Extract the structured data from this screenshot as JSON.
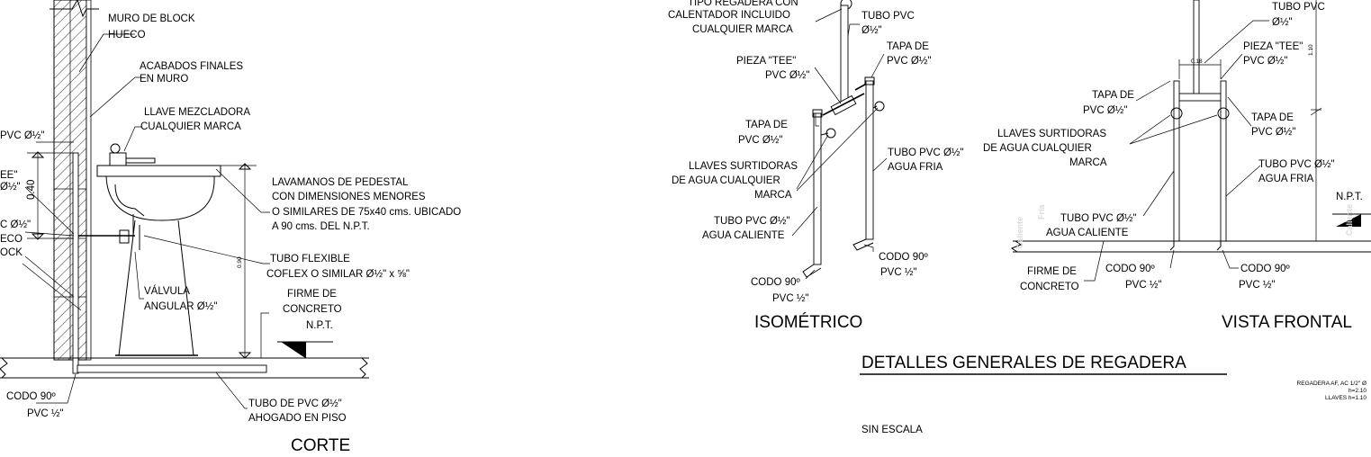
{
  "corte": {
    "title": "CORTE",
    "muro_de_block": [
      "MURO DE BLOCK",
      "HUECO"
    ],
    "acabados_finales": [
      "ACABADOS FINALES",
      "EN MURO"
    ],
    "llave_mezcladora": [
      "LLAVE MEZCLADORA",
      "CUALQUIER MARCA"
    ],
    "lavamanos": [
      "LAVAMANOS DE PEDESTAL",
      "CON DIMENSIONES MENORES",
      "O SIMILARES DE 75x40 cms. UBICADO",
      "A 90 cms. DEL N.P.T."
    ],
    "tubo_flexible": [
      "TUBO FLEXIBLE",
      "COFLEX O SIMILAR Ø½\" x ⅝\""
    ],
    "valvula": [
      "VÁLVULA",
      "ANGULAR Ø½\""
    ],
    "firme": [
      "FIRME DE",
      "CONCRETO"
    ],
    "npt": "N.P.T.",
    "codo": [
      "CODO 90º",
      "PVC ½\""
    ],
    "tubo_piso": [
      "TUBO DE PVC Ø½\"",
      "AHOGADO EN PISO"
    ],
    "left_pvc1": "PVC Ø½\"",
    "left_tee1": "EE\"",
    "left_tee2": "Ø½\"",
    "left_pvc2": "C Ø½\"",
    "left_hueco": "ECO",
    "left_block": "OCK",
    "dim_040": "0.40",
    "dim_090": "0.90"
  },
  "isometrico": {
    "title": "ISOMÉTRICO",
    "regadera": [
      "TIPO REGADERA CON",
      "CALENTADOR INCLUIDO",
      "CUALQUIER MARCA"
    ],
    "tubo_pvc_top": [
      "TUBO PVC",
      "Ø½\""
    ],
    "tapa_right": [
      "TAPA DE",
      "PVC Ø½\""
    ],
    "pieza_tee": [
      "PIEZA \"TEE\"",
      "PVC Ø½\""
    ],
    "tapa_left": [
      "TAPA DE",
      "PVC Ø½\""
    ],
    "tubo_fria": [
      "TUBO PVC Ø½\"",
      "AGUA FRIA"
    ],
    "llaves": [
      "LLAVES SURTIDORAS",
      "DE AGUA CUALQUIER",
      "MARCA"
    ],
    "tubo_caliente": [
      "TUBO PVC Ø½\"",
      "AGUA CALIENTE"
    ],
    "codo_right": [
      "CODO 90º",
      "PVC ½\""
    ],
    "codo_left": [
      "CODO 90º",
      "PVC ½\""
    ]
  },
  "frontal": {
    "title": "VISTA FRONTAL",
    "tubo_pvc_top": [
      "TUBO PVC",
      "Ø½\""
    ],
    "pieza_tee": [
      "PIEZA \"TEE\"",
      "PVC Ø½\""
    ],
    "tapa_left": [
      "TAPA DE",
      "PVC Ø½\""
    ],
    "tapa_right": [
      "TAPA DE",
      "PVC Ø½\""
    ],
    "llaves": [
      "LLAVES SURTIDORAS",
      "DE AGUA CUALQUIER",
      "MARCA"
    ],
    "tubo_fria": [
      "TUBO PVC Ø½\"",
      "AGUA FRIA"
    ],
    "tubo_caliente": [
      "TUBO PVC Ø½\"",
      "AGUA CALIENTE"
    ],
    "npt": "N.P.T.",
    "firme": [
      "FIRME DE",
      "CONCRETO"
    ],
    "codo_left": [
      "CODO 90º",
      "PVC ½\""
    ],
    "codo_right": [
      "CODO 90º",
      "PVC ½\""
    ],
    "dim_018": "0.18",
    "dim_110": "1.10",
    "ghost_caliente": "Caliente",
    "ghost_fria": "Fria",
    "ghost_caliente2": "Caliente"
  },
  "sheet": {
    "title": "DETALLES GENERALES DE REGADERA",
    "scale": "SIN ESCALA",
    "note": [
      "REGADERA AF, AC 1/2\" Ø",
      "h=2.10",
      "LLAVES h=1.10"
    ]
  }
}
